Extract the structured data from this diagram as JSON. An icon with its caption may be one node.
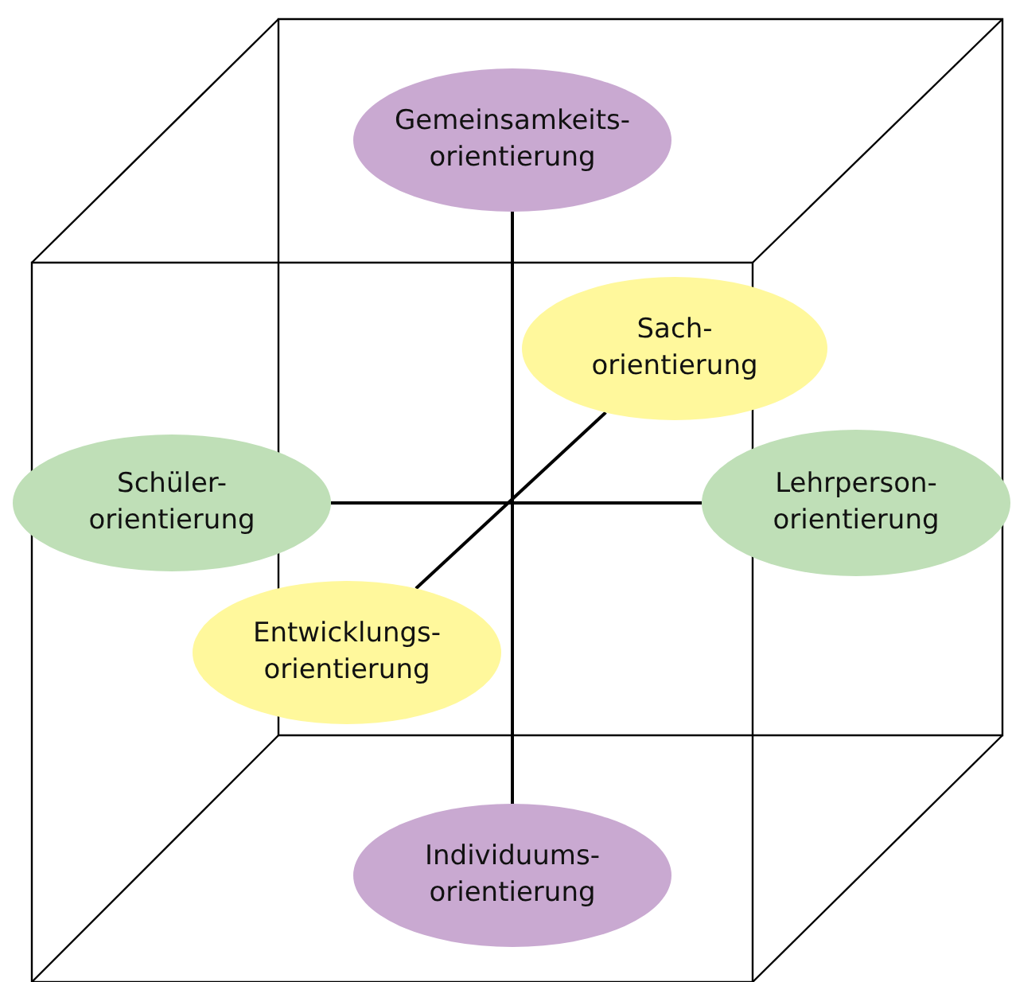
{
  "diagram": {
    "nodes": [
      {
        "text": [
          "Gemeinsamkeits- orientierung"
        ]
      },
      {
        "text": [
          "Sach- orientierung"
        ]
      },
      {
        "text": [
          "Schüler- orientierung"
        ]
      },
      {
        "text": [
          "Lehrperson- orientierung"
        ]
      },
      {
        "text": [
          "Entwicklungs- orientierung"
        ]
      },
      {
        "text": [
          "Individuums- orientierung"
        ]
      }
    ],
    "edges": [
      {
        "from": 0,
        "to": 5,
        "arrow": "none"
      },
      {
        "from": 2,
        "to": 3,
        "arrow": "none"
      },
      {
        "from": 1,
        "to": 4,
        "arrow": "none"
      }
    ]
  }
}
